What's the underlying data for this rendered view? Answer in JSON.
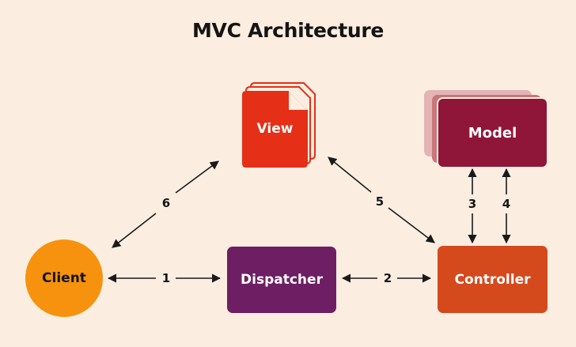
{
  "title": "MVC Architecture",
  "nodes": {
    "view": "View",
    "model": "Model",
    "client": "Client",
    "dispatcher": "Dispatcher",
    "controller": "Controller"
  },
  "edges": {
    "client_dispatcher": "1",
    "dispatcher_controller": "2",
    "controller_model_a": "3",
    "controller_model_b": "4",
    "controller_view": "5",
    "view_client": "6"
  },
  "colors": {
    "background": "#fbeee0",
    "view": "#e52f17",
    "model": "#8f1638",
    "client": "#f7920e",
    "dispatcher": "#6e1e63",
    "controller": "#d44a1d",
    "arrow": "#1a1a1a"
  }
}
